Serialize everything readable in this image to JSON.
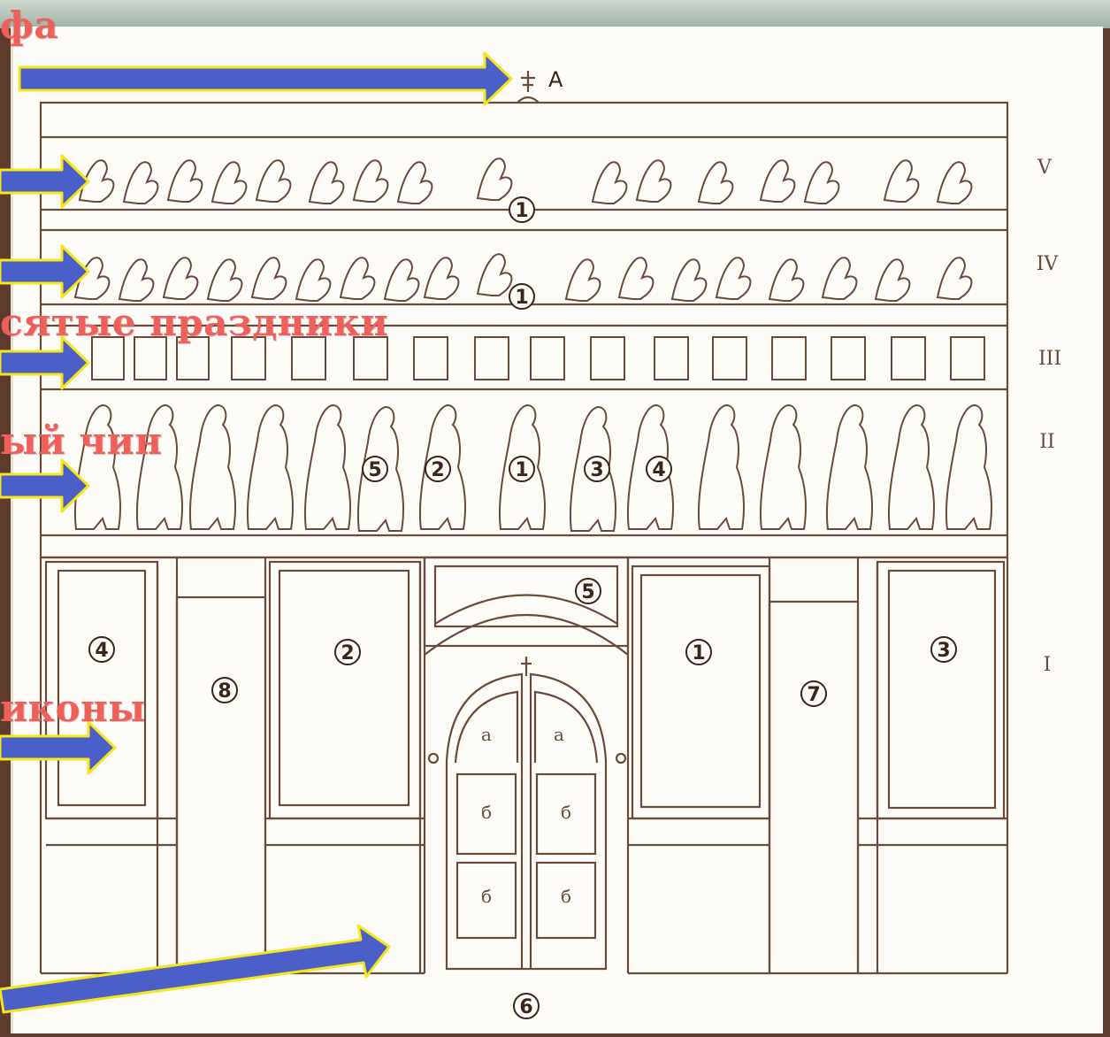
{
  "labels": {
    "top": "фа",
    "feasts": "сятые праздники",
    "deesis": "ый чин",
    "icons": "иконы"
  },
  "roman_numerals": [
    "V",
    "IV",
    "III",
    "II",
    "I"
  ],
  "top_marker": "A",
  "circled_numbers": {
    "tier5_center": "1",
    "tier4_center": "1",
    "tier2": [
      "5",
      "2",
      "1",
      "3",
      "4"
    ],
    "tier1_left_outer": "4",
    "tier1_left_door": "8",
    "tier1_left_inner": "2",
    "tier1_arch": "5",
    "tier1_right_inner": "1",
    "tier1_right_door": "7",
    "tier1_right_outer": "3",
    "bottom": "6"
  },
  "door_letters": {
    "top": "а",
    "panel": "б"
  },
  "colors": {
    "line": "#6b4a3a",
    "arrow_fill": "#4a5fc8",
    "arrow_stroke": "#f5e61a",
    "label_red": "#f0605a",
    "frame_brown": "#5d3b2d"
  }
}
